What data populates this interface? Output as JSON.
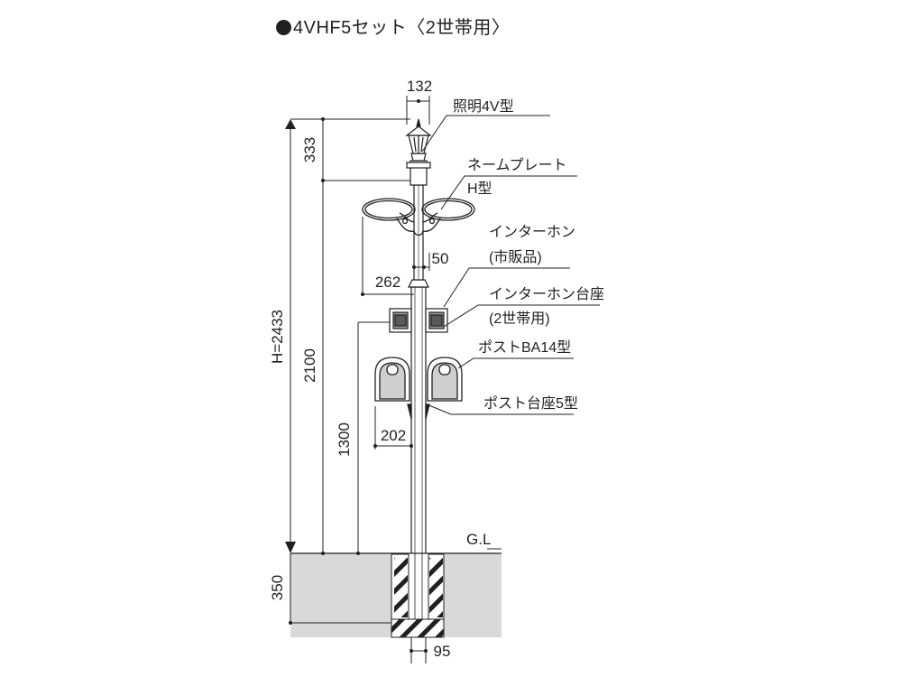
{
  "title": "4VHF5セット〈2世帯用〉",
  "dimensions": {
    "top_width": "132",
    "lamp_height": "333",
    "total_height": "H=2433",
    "plate_height": "2100",
    "post_height": "1300",
    "plate_span": "262",
    "pole_width": "50",
    "post_width": "202",
    "footing_depth": "350",
    "footing_width": "95"
  },
  "labels": {
    "light": "照明4V型",
    "nameplate_line1": "ネームプレート",
    "nameplate_line2": "H型",
    "intercom_line1": "インターホン",
    "intercom_line2": "(市販品)",
    "intercom_base_line1": "インターホン台座",
    "intercom_base_line2": "(2世帯用)",
    "post": "ポストBA14型",
    "post_base": "ポスト台座5型",
    "ground": "G.L"
  },
  "colors": {
    "line": "#231f20",
    "ground_fill": "#d9d9d9",
    "hatch": "#231f20"
  }
}
